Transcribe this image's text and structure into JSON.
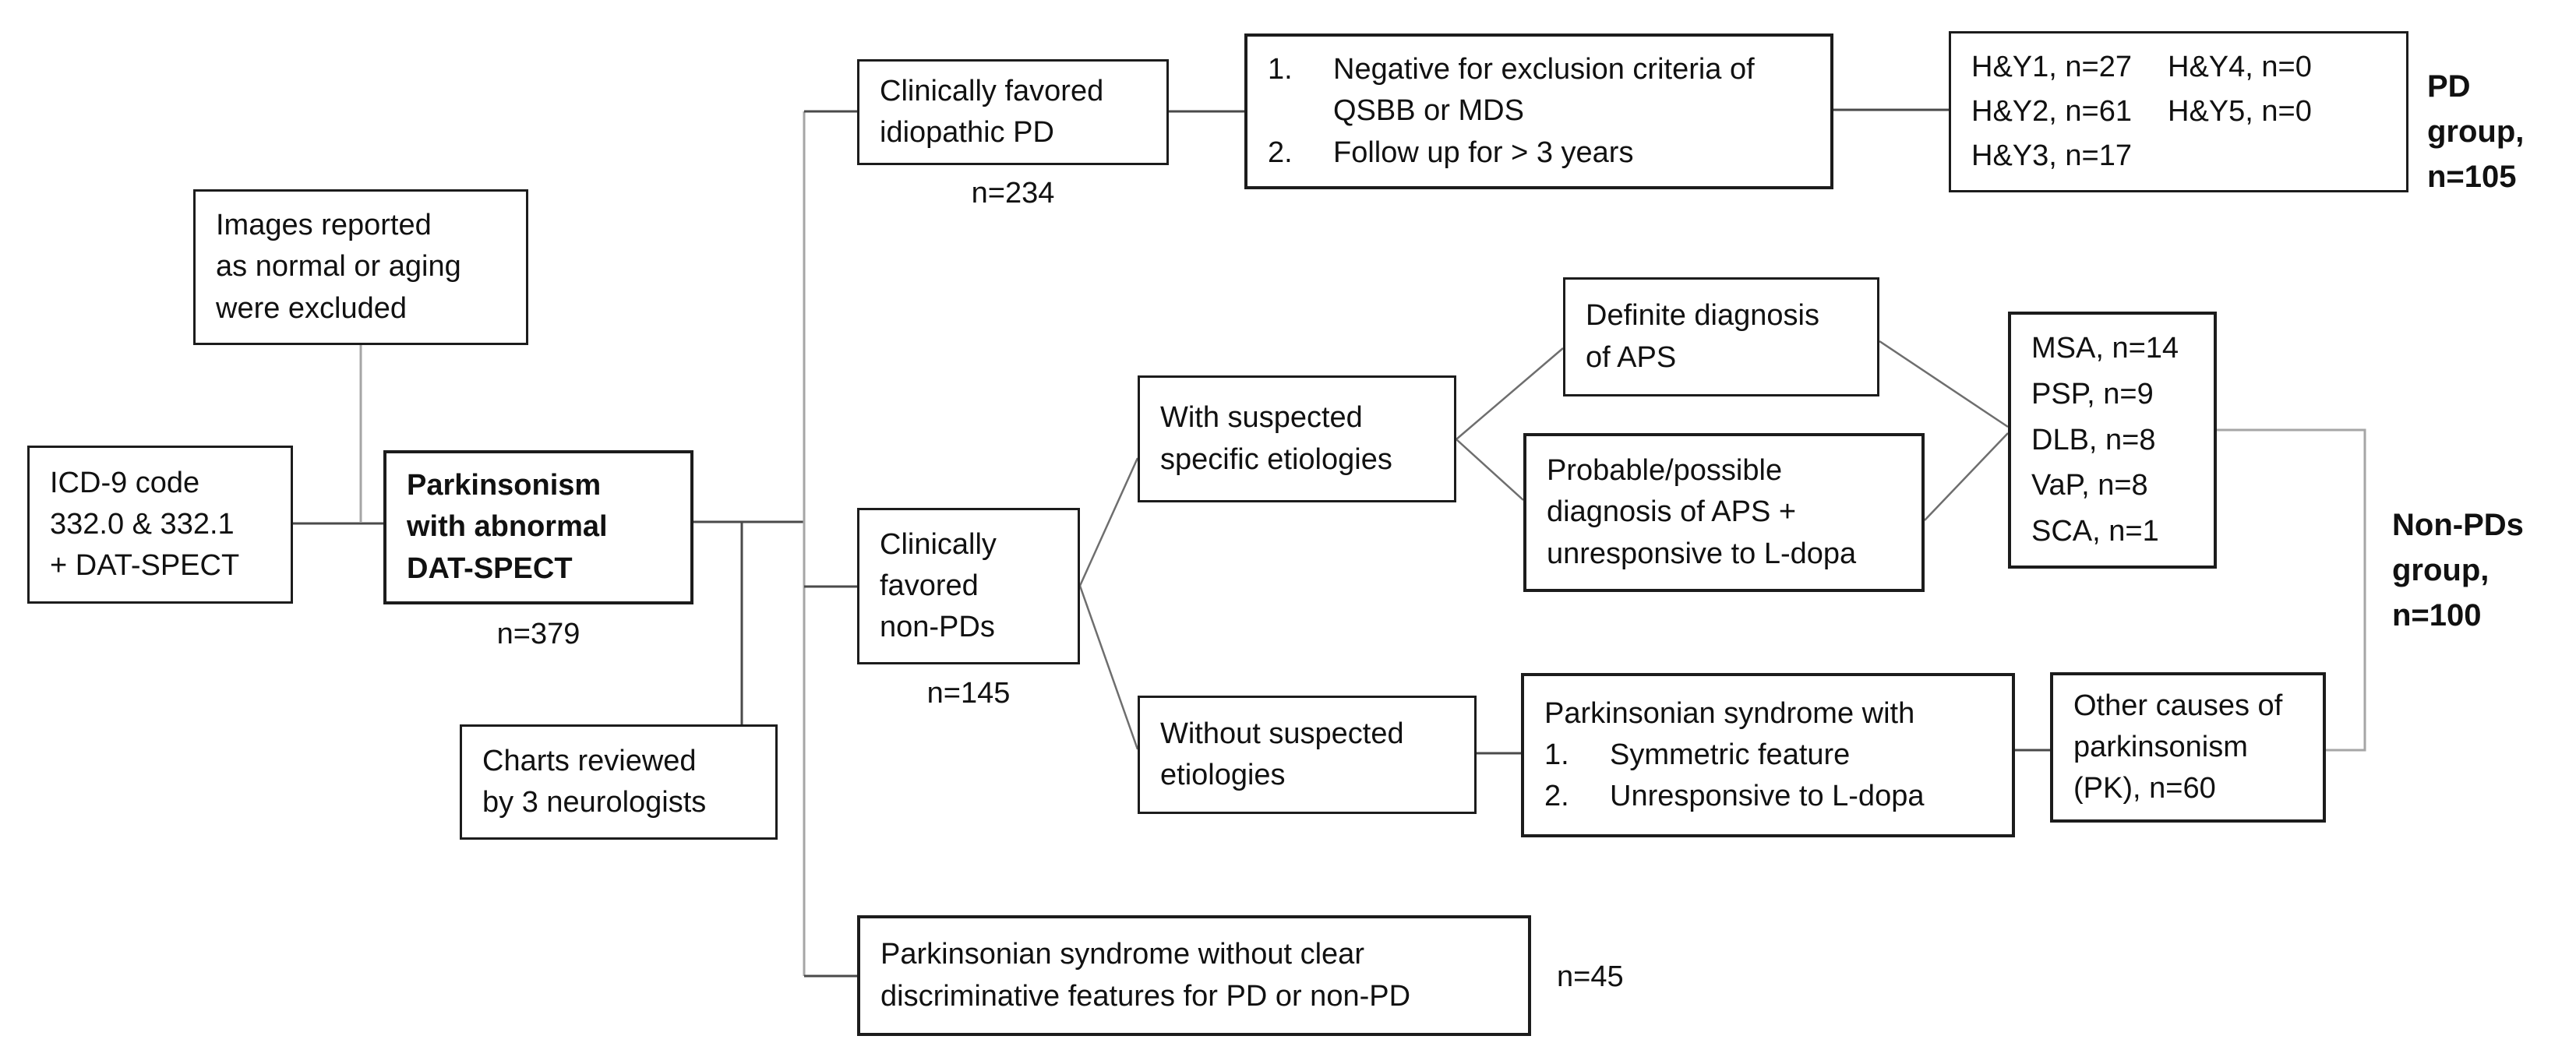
{
  "figure": {
    "background": "#ffffff",
    "box_border_color": "#1c1c1c",
    "connector_dark_color": "#4a4a4a",
    "connector_light_color": "#a6a6a6",
    "diagonal_color": "#6e6e6e"
  },
  "boxes": {
    "images_excluded": {
      "lines": [
        "Images reported",
        "as normal or aging",
        "were excluded"
      ]
    },
    "icd": {
      "lines": [
        "ICD-9 code",
        "332.0 & 332.1",
        "+ DAT-SPECT"
      ]
    },
    "parkinsonism": {
      "lines": [
        "Parkinsonism",
        "with abnormal",
        "DAT-SPECT"
      ],
      "count": "n=379"
    },
    "charts": {
      "lines": [
        "Charts reviewed",
        "by 3 neurologists"
      ]
    },
    "idiopathic": {
      "lines": [
        "Clinically favored",
        "idiopathic PD"
      ],
      "count": "n=234"
    },
    "criteria": {
      "items": [
        {
          "num": "1.",
          "text": "Negative for exclusion criteria of QSBB or MDS"
        },
        {
          "num": "2.",
          "text": "Follow up for > 3 years"
        }
      ]
    },
    "hy": {
      "col1": [
        "H&Y1, n=27",
        "H&Y2, n=61",
        "H&Y3, n=17"
      ],
      "col2": [
        "H&Y4, n=0",
        "H&Y5, n=0"
      ]
    },
    "pd_group": {
      "lines": [
        "PD group,",
        "n=105"
      ]
    },
    "suspected": {
      "lines": [
        "With suspected",
        "specific etiologies"
      ]
    },
    "definite": {
      "lines": [
        "Definite diagnosis",
        "of APS"
      ]
    },
    "probable": {
      "lines": [
        "Probable/possible",
        "diagnosis of APS +",
        "unresponsive to L-dopa"
      ]
    },
    "msa": {
      "lines": [
        "MSA, n=14",
        "PSP, n=9",
        "DLB, n=8",
        "VaP, n=8",
        "SCA, n=1"
      ]
    },
    "nonpd_group": {
      "lines": [
        "Non-PDs",
        "group,",
        "n=100"
      ]
    },
    "nonpds": {
      "lines": [
        "Clinically",
        "favored",
        "non-PDs"
      ],
      "count": "n=145"
    },
    "without": {
      "lines": [
        "Without suspected",
        "etiologies"
      ]
    },
    "syndrome": {
      "title": "Parkinsonian syndrome with",
      "items": [
        {
          "num": "1.",
          "text": "Symmetric feature"
        },
        {
          "num": "2.",
          "text": "Unresponsive to L-dopa"
        }
      ]
    },
    "other": {
      "lines": [
        "Other causes of",
        "parkinsonism",
        "(PK), n=60"
      ]
    },
    "no_discrim": {
      "lines": [
        "Parkinsonian syndrome without clear",
        "discriminative features for PD or non-PD"
      ],
      "count": "n=45"
    }
  }
}
